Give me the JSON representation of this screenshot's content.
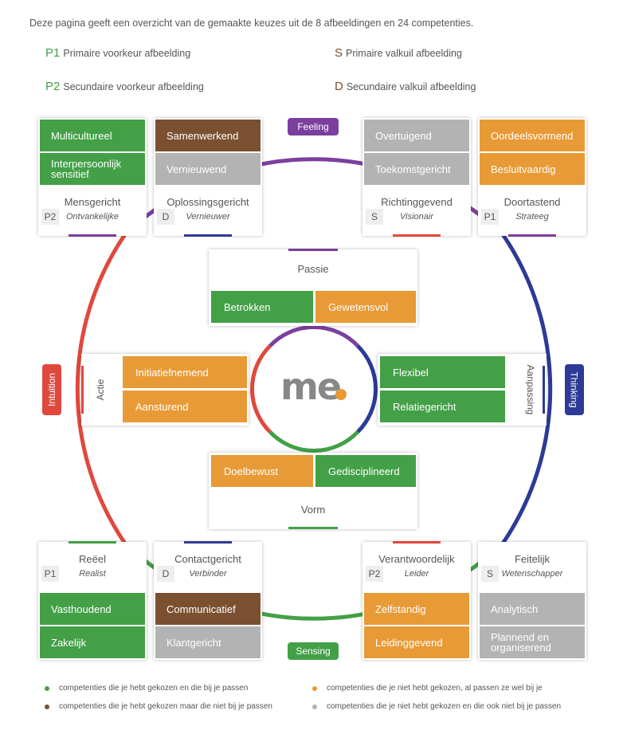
{
  "intro": "Deze pagina geeft een overzicht van de gemaakte keuzes uit de 8 afbeeldingen en 24 competenties.",
  "legend_top": [
    {
      "code": "P1",
      "label": "Primaire voorkeur afbeelding"
    },
    {
      "code": "S",
      "label": "Primaire valkuil afbeelding"
    },
    {
      "code": "P2",
      "label": "Secundaire voorkeur afbeelding"
    },
    {
      "code": "D",
      "label": "Secundaire valkuil afbeelding"
    }
  ],
  "axes": {
    "top": "Feeling",
    "right": "Thinking",
    "bottom": "Sensing",
    "left": "Intuition"
  },
  "colors": {
    "green": "#43a047",
    "orange": "#e89a36",
    "brown": "#7b5030",
    "grey": "#b3b3b3",
    "feeling": "#7b3f9e",
    "thinking": "#2d3a96",
    "sensing": "#43a047",
    "intuition": "#e0483e"
  },
  "cards": {
    "mensgericht": {
      "c1": "Multicultureel",
      "c2": "Interpersoonlijk sensitief",
      "title": "Mensgericht",
      "sub": "Ontvankelijke",
      "badge": "P2"
    },
    "oplossingsgericht": {
      "c1": "Samenwerkend",
      "c2": "Vernieuwend",
      "title": "Oplossingsgericht",
      "sub": "Vernieuwer",
      "badge": "D"
    },
    "richtinggevend": {
      "c1": "Overtuigend",
      "c2": "Toekomstgericht",
      "title": "Richtinggevend",
      "sub": "Visionair",
      "badge": "S"
    },
    "doortastend": {
      "c1": "Oordeelsvormend",
      "c2": "Besluitvaardig",
      "title": "Doortastend",
      "sub": "Strateeg",
      "badge": "P1"
    },
    "reeel": {
      "title": "Reëel",
      "sub": "Realist",
      "badge": "P1",
      "c1": "Vasthoudend",
      "c2": "Zakelijk"
    },
    "contactgericht": {
      "title": "Contactgericht",
      "sub": "Verbinder",
      "badge": "D",
      "c1": "Communicatief",
      "c2": "Klantgericht"
    },
    "verantwoordelijk": {
      "title": "Verantwoordelijk",
      "sub": "Leider",
      "badge": "P2",
      "c1": "Zelfstandig",
      "c2": "Leidinggevend"
    },
    "feitelijk": {
      "title": "Feitelijk",
      "sub": "Wetenschapper",
      "badge": "S",
      "c1": "Analytisch",
      "c2": "Plannend en organiserend"
    }
  },
  "inner": {
    "passie": {
      "label": "Passie",
      "c1": "Betrokken",
      "c2": "Gewetensvol"
    },
    "actie": {
      "label": "Actie",
      "c1": "Initiatiefnemend",
      "c2": "Aansturend"
    },
    "aanpassing": {
      "label": "Aanpassing",
      "c1": "Flexibel",
      "c2": "Relatiegericht"
    },
    "vorm": {
      "label": "Vorm",
      "c1": "Doelbewust",
      "c2": "Gedisciplineerd"
    }
  },
  "logo": {
    "text": "me"
  },
  "legend_bottom": [
    {
      "color": "#43a047",
      "label": "competenties die je hebt gekozen en die bij je passen"
    },
    {
      "color": "#e89a36",
      "label": "competenties die je niet hebt gekozen, al passen ze wel bij je"
    },
    {
      "color": "#7b5030",
      "label": "competenties die je hebt gekozen maar die niet bij je passen"
    },
    {
      "color": "#b3b3b3",
      "label": "competenties die je niet hebt gekozen en die ook niet bij je passen"
    }
  ]
}
